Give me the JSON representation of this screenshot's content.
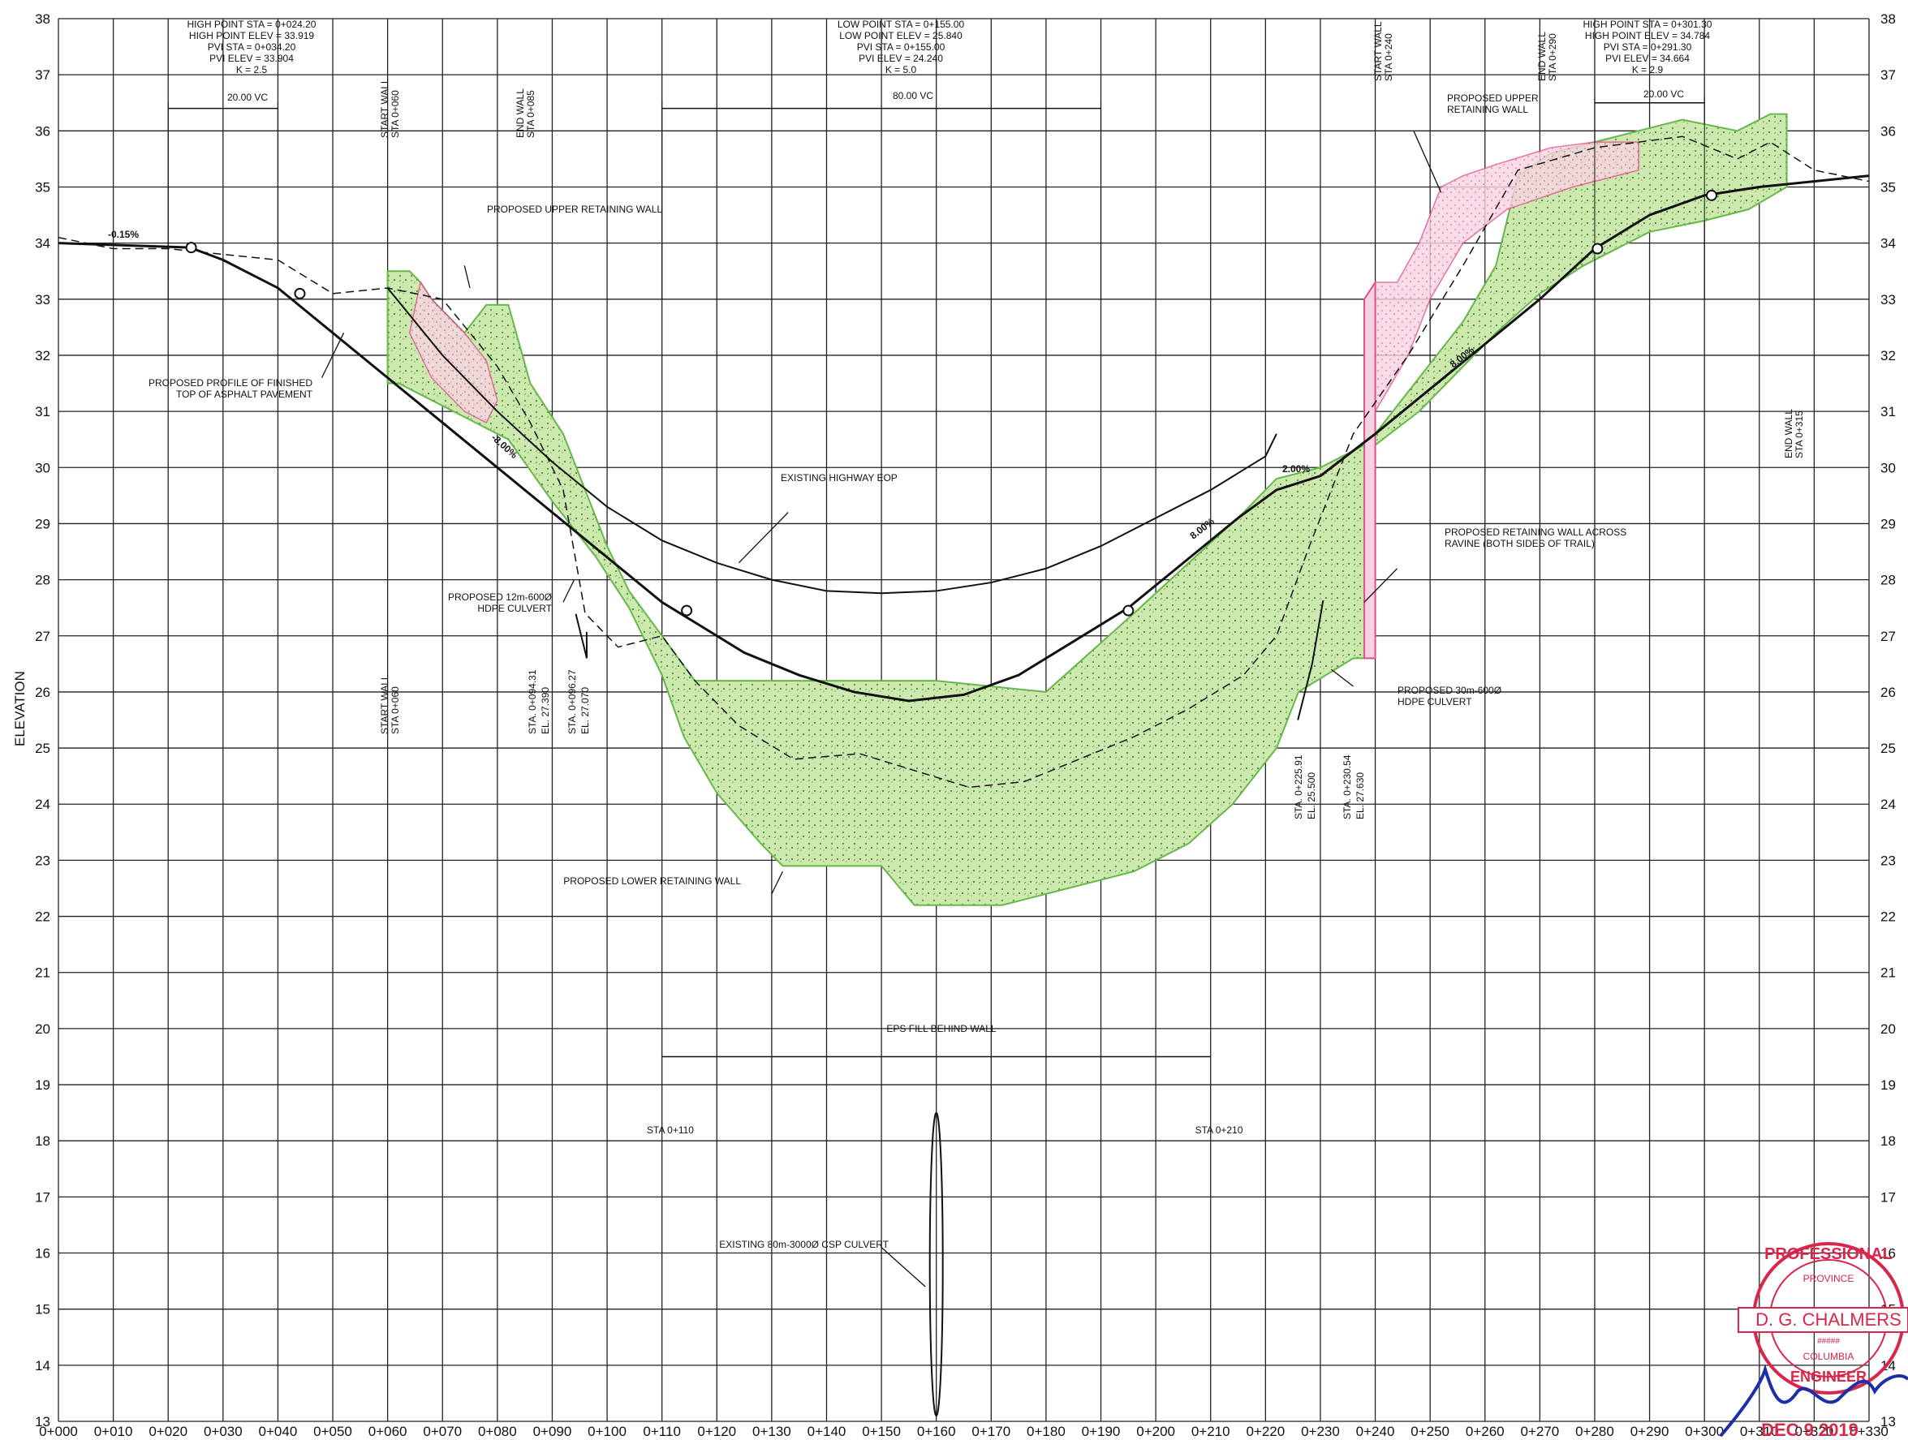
{
  "drawing": {
    "y_axis_label": "ELEVATION",
    "y_range": [
      13,
      38
    ],
    "x_range": [
      0,
      330
    ],
    "y_ticks": [
      38,
      37,
      36,
      35,
      34,
      33,
      32,
      31,
      30,
      29,
      28,
      27,
      26,
      25,
      24,
      23,
      22,
      21,
      20,
      19,
      18,
      17,
      16,
      15,
      14,
      13
    ],
    "x_ticks": [
      "0+000",
      "0+010",
      "0+020",
      "0+030",
      "0+040",
      "0+050",
      "0+060",
      "0+070",
      "0+080",
      "0+090",
      "0+100",
      "0+110",
      "0+120",
      "0+130",
      "0+140",
      "0+150",
      "0+160",
      "0+170",
      "0+180",
      "0+190",
      "0+200",
      "0+210",
      "0+220",
      "0+230",
      "0+240",
      "0+250",
      "0+260",
      "0+270",
      "0+280",
      "0+290",
      "0+300",
      "0+310",
      "0+320",
      "0+330"
    ],
    "colors": {
      "fill_green": "#c9e6a8",
      "green_edge": "#66b84a",
      "pink": "#e0508c",
      "stamp_red": "#d9264b",
      "ink": "#111111"
    }
  },
  "curves": [
    {
      "name": "high-point-curve",
      "lines": [
        "HIGH POINT STA = 0+024.20",
        "HIGH POINT ELEV = 33.919",
        "PVI STA = 0+034.20",
        "PVI ELEV = 33.904",
        "K = 2.5"
      ],
      "vc_label": "20.00 VC"
    },
    {
      "name": "low-point-curve",
      "lines": [
        "LOW POINT STA = 0+155.00",
        "LOW POINT ELEV = 25.840",
        "PVI STA = 0+155.00",
        "PVI ELEV = 24.240",
        "K = 5.0"
      ],
      "vc_label": "80.00 VC"
    },
    {
      "name": "high-point-curve-east",
      "lines": [
        "HIGH POINT STA = 0+301.30",
        "HIGH POINT ELEV = 34.784",
        "PVI STA = 0+291.30",
        "PVI ELEV = 34.664",
        "K = 2.9"
      ],
      "vc_label": "20.00 VC"
    }
  ],
  "vertical_labels": [
    {
      "name": "start-wall-top-west",
      "l1": "START WALL",
      "l2": "STA 0+060"
    },
    {
      "name": "end-wall-top-west",
      "l1": "END WALL",
      "l2": "STA 0+085"
    },
    {
      "name": "start-wall-top-east",
      "l1": "START WALL",
      "l2": "STA 0+240"
    },
    {
      "name": "end-wall-top-east",
      "l1": "END WALL",
      "l2": "STA 0+290"
    },
    {
      "name": "start-wall-low-west",
      "l1": "START WALL",
      "l2": "STA 0+060"
    },
    {
      "name": "end-wall-right",
      "l1": "END WALL",
      "l2": "STA 0+315"
    },
    {
      "name": "sta-094",
      "l1": "STA. 0+094.31",
      "l2": "EL. 27.390"
    },
    {
      "name": "sta-096",
      "l1": "STA. 0+096.27",
      "l2": "EL. 27.070"
    },
    {
      "name": "sta-225",
      "l1": "STA. 0+225.91",
      "l2": "EL. 25.500"
    },
    {
      "name": "sta-230",
      "l1": "STA. 0+230.54",
      "l2": "EL. 27.630"
    }
  ],
  "annotations": {
    "upper_wall_west": "PROPOSED UPPER RETAINING WALL",
    "profile_1": "PROPOSED PROFILE OF FINISHED",
    "profile_2": "TOP OF ASPHALT PAVEMENT",
    "existing_eop": "EXISTING HIGHWAY EOP",
    "culvert12_1": "PROPOSED 12m-600Ø",
    "culvert12_2": "HDPE CULVERT",
    "lower_wall": "PROPOSED LOWER RETAINING WALL",
    "eps_fill": "EPS FILL BEHIND WALL",
    "sta_110": "STA 0+110",
    "sta_210": "STA 0+210",
    "csp_culvert": "EXISTING 80m-3000Ø CSP CULVERT",
    "upper_wall_east_1": "PROPOSED UPPER",
    "upper_wall_east_2": "RETAINING WALL",
    "ravine_wall_1": "PROPOSED RETAINING WALL ACROSS",
    "ravine_wall_2": "RAVINE (BOTH SIDES OF TRAIL)",
    "culvert30_1": "PROPOSED 30m-600Ø",
    "culvert30_2": "HDPE CULVERT"
  },
  "grades": {
    "g1": "-0.15%",
    "g2": "-8.00%",
    "g3": "8.00%",
    "g4": "2.00%",
    "g5": "8.00%"
  },
  "stamp": {
    "top": "PROFESSIONAL",
    "province": "PROVINCE",
    "name": "D. G. CHALMERS",
    "number": "#####",
    "region": "COLUMBIA",
    "bottom": "ENGINEER",
    "date": "DEC  9 2019"
  }
}
